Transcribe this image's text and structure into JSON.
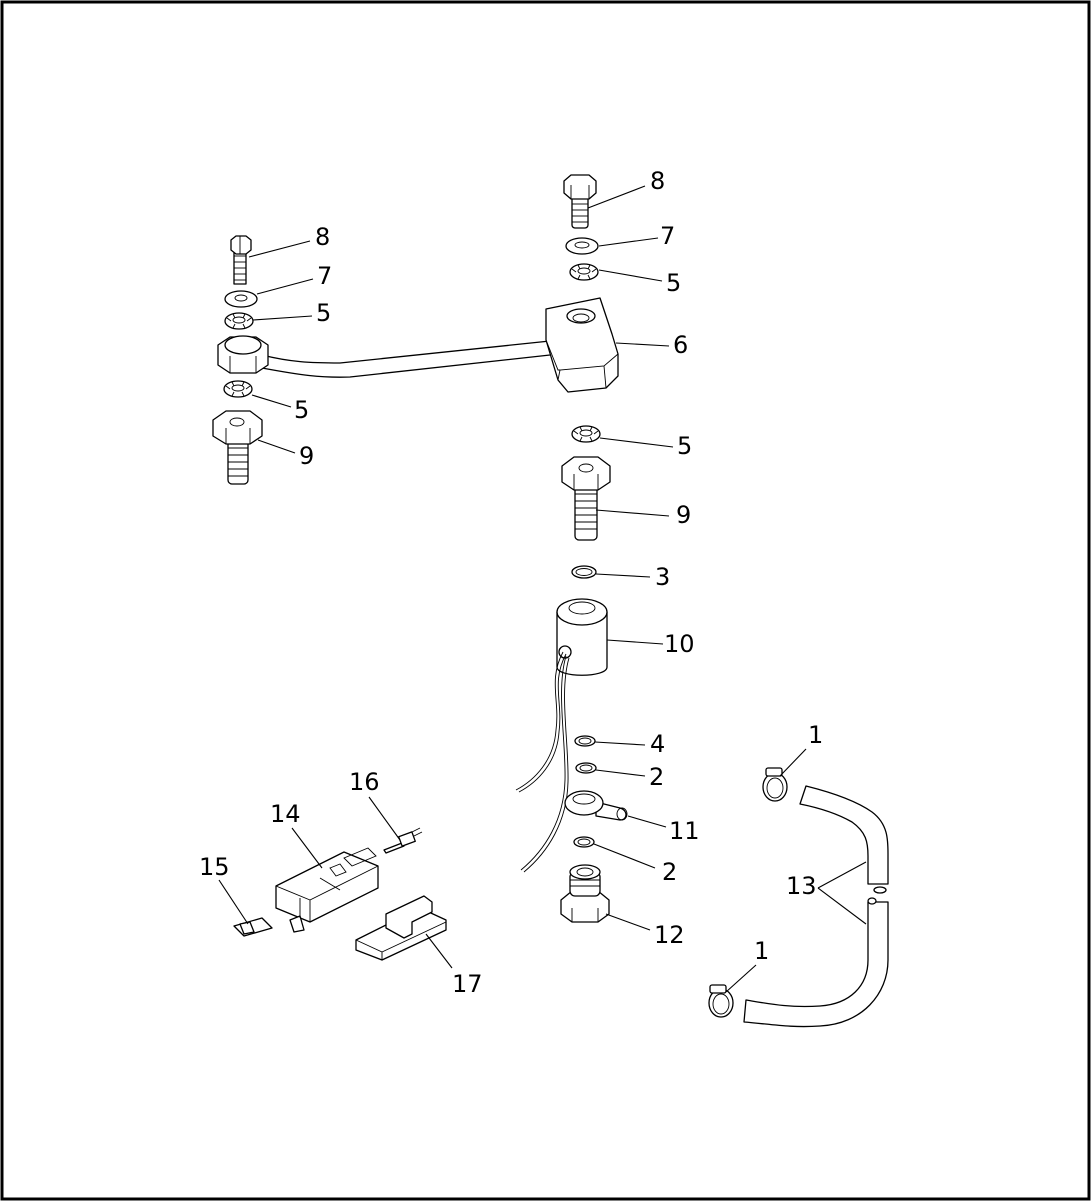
{
  "diagram": {
    "callouts": [
      {
        "id": "c-8a",
        "label": "8"
      },
      {
        "id": "c-7a",
        "label": "7"
      },
      {
        "id": "c-5a",
        "label": "5"
      },
      {
        "id": "c-5b",
        "label": "5"
      },
      {
        "id": "c-9a",
        "label": "9"
      },
      {
        "id": "c-8b",
        "label": "8"
      },
      {
        "id": "c-7b",
        "label": "7"
      },
      {
        "id": "c-5c",
        "label": "5"
      },
      {
        "id": "c-6",
        "label": "6"
      },
      {
        "id": "c-5d",
        "label": "5"
      },
      {
        "id": "c-9b",
        "label": "9"
      },
      {
        "id": "c-3",
        "label": "3"
      },
      {
        "id": "c-10",
        "label": "10"
      },
      {
        "id": "c-4",
        "label": "4"
      },
      {
        "id": "c-2a",
        "label": "2"
      },
      {
        "id": "c-11",
        "label": "11"
      },
      {
        "id": "c-2b",
        "label": "2"
      },
      {
        "id": "c-12",
        "label": "12"
      },
      {
        "id": "c-1a",
        "label": "1"
      },
      {
        "id": "c-13",
        "label": "13"
      },
      {
        "id": "c-1b",
        "label": "1"
      },
      {
        "id": "c-16",
        "label": "16"
      },
      {
        "id": "c-14",
        "label": "14"
      },
      {
        "id": "c-15",
        "label": "15"
      },
      {
        "id": "c-17",
        "label": "17"
      }
    ]
  }
}
